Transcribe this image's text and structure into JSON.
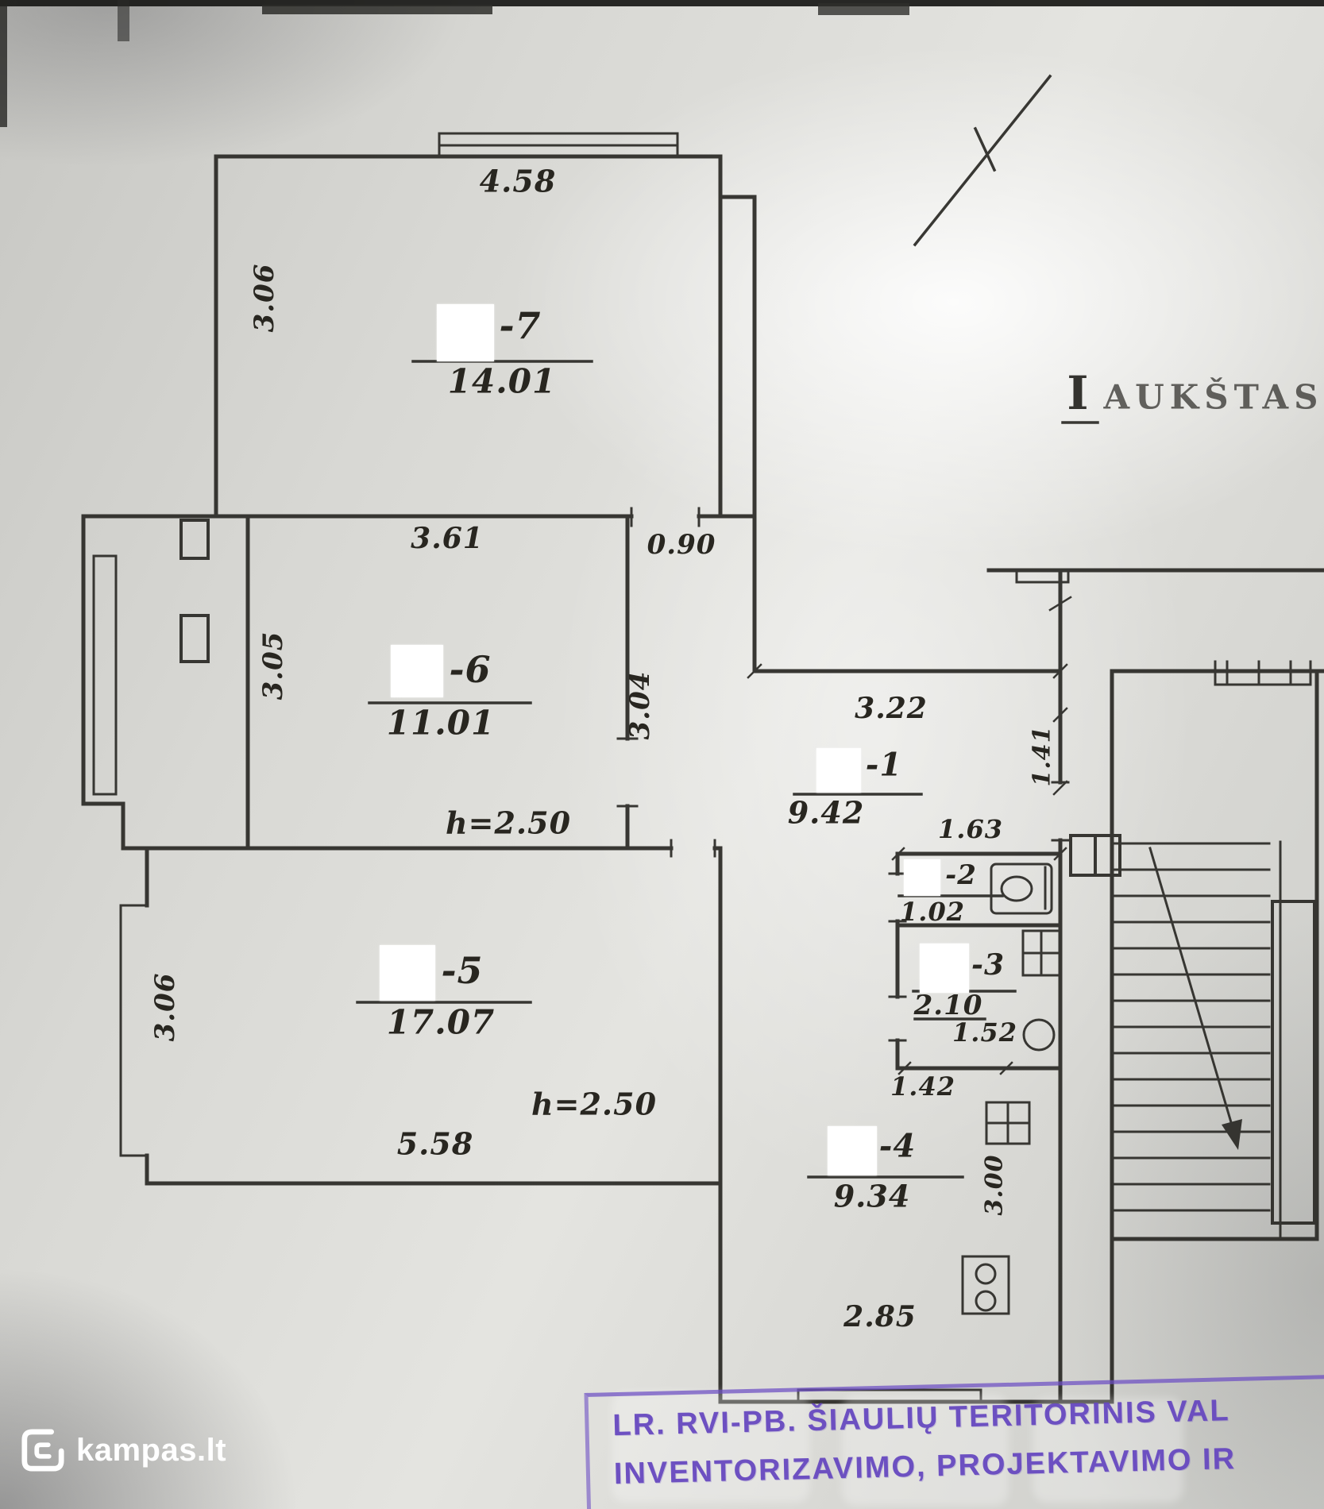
{
  "floor_title": {
    "numeral": "I",
    "label": "AUKŠTAS"
  },
  "rooms": {
    "room7": {
      "no": "-7",
      "area": "14.01"
    },
    "room6": {
      "no": "-6",
      "area": "11.01"
    },
    "room5": {
      "no": "-5",
      "area": "17.07"
    },
    "room1": {
      "no": "-1",
      "area": "9.42"
    },
    "room2": {
      "no": "-2",
      "area": "1.02"
    },
    "room3": {
      "no": "-3",
      "area": "2.10",
      "width": "1.52"
    },
    "room4": {
      "no": "-4",
      "area": "9.34"
    }
  },
  "dimensions": {
    "room7_width": "4.58",
    "room7_depth": "3.06",
    "room6_width": "3.61",
    "door_width": "0.90",
    "room6_depth": "3.05",
    "room6_right": "3.04",
    "ceiling_height_1": "h=2.50",
    "hall_width": "3.22",
    "hall_side": "1.41",
    "wc_width": "1.63",
    "bath_bottom": "1.42",
    "room5_depth": "3.06",
    "room5_width": "5.58",
    "ceiling_height_2": "h=2.50",
    "kitchen_depth": "3.00",
    "kitchen_width": "2.85"
  },
  "stamp": {
    "line1": "LR. RVI-PB. ŠIAULIŲ TERITORINIS VAL",
    "line2": "INVENTORIZAVIMO, PROJEKTAVIMO IR",
    "color": "#6f4fc3"
  },
  "watermark": {
    "text": "kampas.lt"
  },
  "colors": {
    "paper": "#d8d8d4",
    "ink": "#2b2a26",
    "stamp_purple": "#6f4fc3",
    "watermark_white": "#ffffff"
  }
}
